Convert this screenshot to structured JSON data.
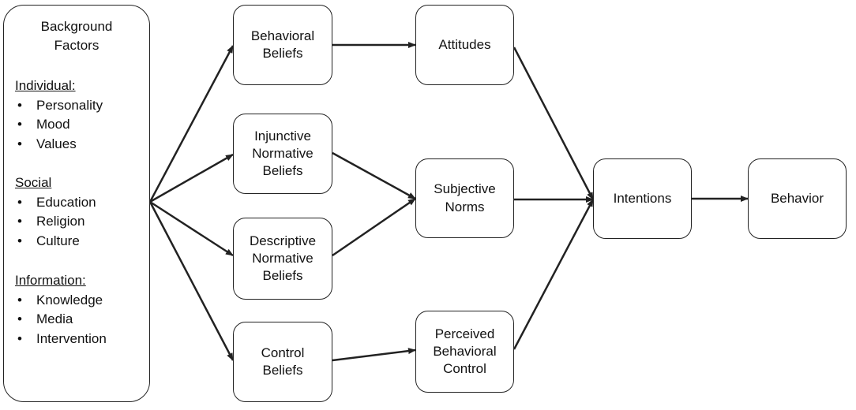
{
  "background": {
    "title": "Background\nFactors",
    "groups": [
      {
        "heading": "Individual:",
        "items": [
          "Personality",
          "Mood",
          "Values"
        ]
      },
      {
        "heading": "Social",
        "items": [
          "Education",
          "Religion",
          "Culture"
        ]
      },
      {
        "heading": "Information:",
        "items": [
          "Knowledge",
          "Media",
          "Intervention"
        ]
      }
    ]
  },
  "nodes": {
    "behavioral_beliefs": "Behavioral\nBeliefs",
    "injunctive_normative_beliefs": "Injunctive\nNormative\nBeliefs",
    "descriptive_normative_beliefs": "Descriptive\nNormative\nBeliefs",
    "control_beliefs": "Control\nBeliefs",
    "attitudes": "Attitudes",
    "subjective_norms": "Subjective\nNorms",
    "perceived_behavioral_control": "Perceived\nBehavioral\nControl",
    "intentions": "Intentions",
    "behavior": "Behavior"
  },
  "edges": [
    {
      "from": "background",
      "to": "behavioral_beliefs"
    },
    {
      "from": "background",
      "to": "injunctive_normative_beliefs"
    },
    {
      "from": "background",
      "to": "descriptive_normative_beliefs"
    },
    {
      "from": "background",
      "to": "control_beliefs"
    },
    {
      "from": "behavioral_beliefs",
      "to": "attitudes"
    },
    {
      "from": "injunctive_normative_beliefs",
      "to": "subjective_norms"
    },
    {
      "from": "descriptive_normative_beliefs",
      "to": "subjective_norms"
    },
    {
      "from": "control_beliefs",
      "to": "perceived_behavioral_control"
    },
    {
      "from": "attitudes",
      "to": "intentions"
    },
    {
      "from": "subjective_norms",
      "to": "intentions"
    },
    {
      "from": "perceived_behavioral_control",
      "to": "intentions"
    },
    {
      "from": "intentions",
      "to": "behavior"
    }
  ],
  "colors": {
    "stroke": "#222222",
    "fill": "#ffffff",
    "text": "#111111"
  }
}
